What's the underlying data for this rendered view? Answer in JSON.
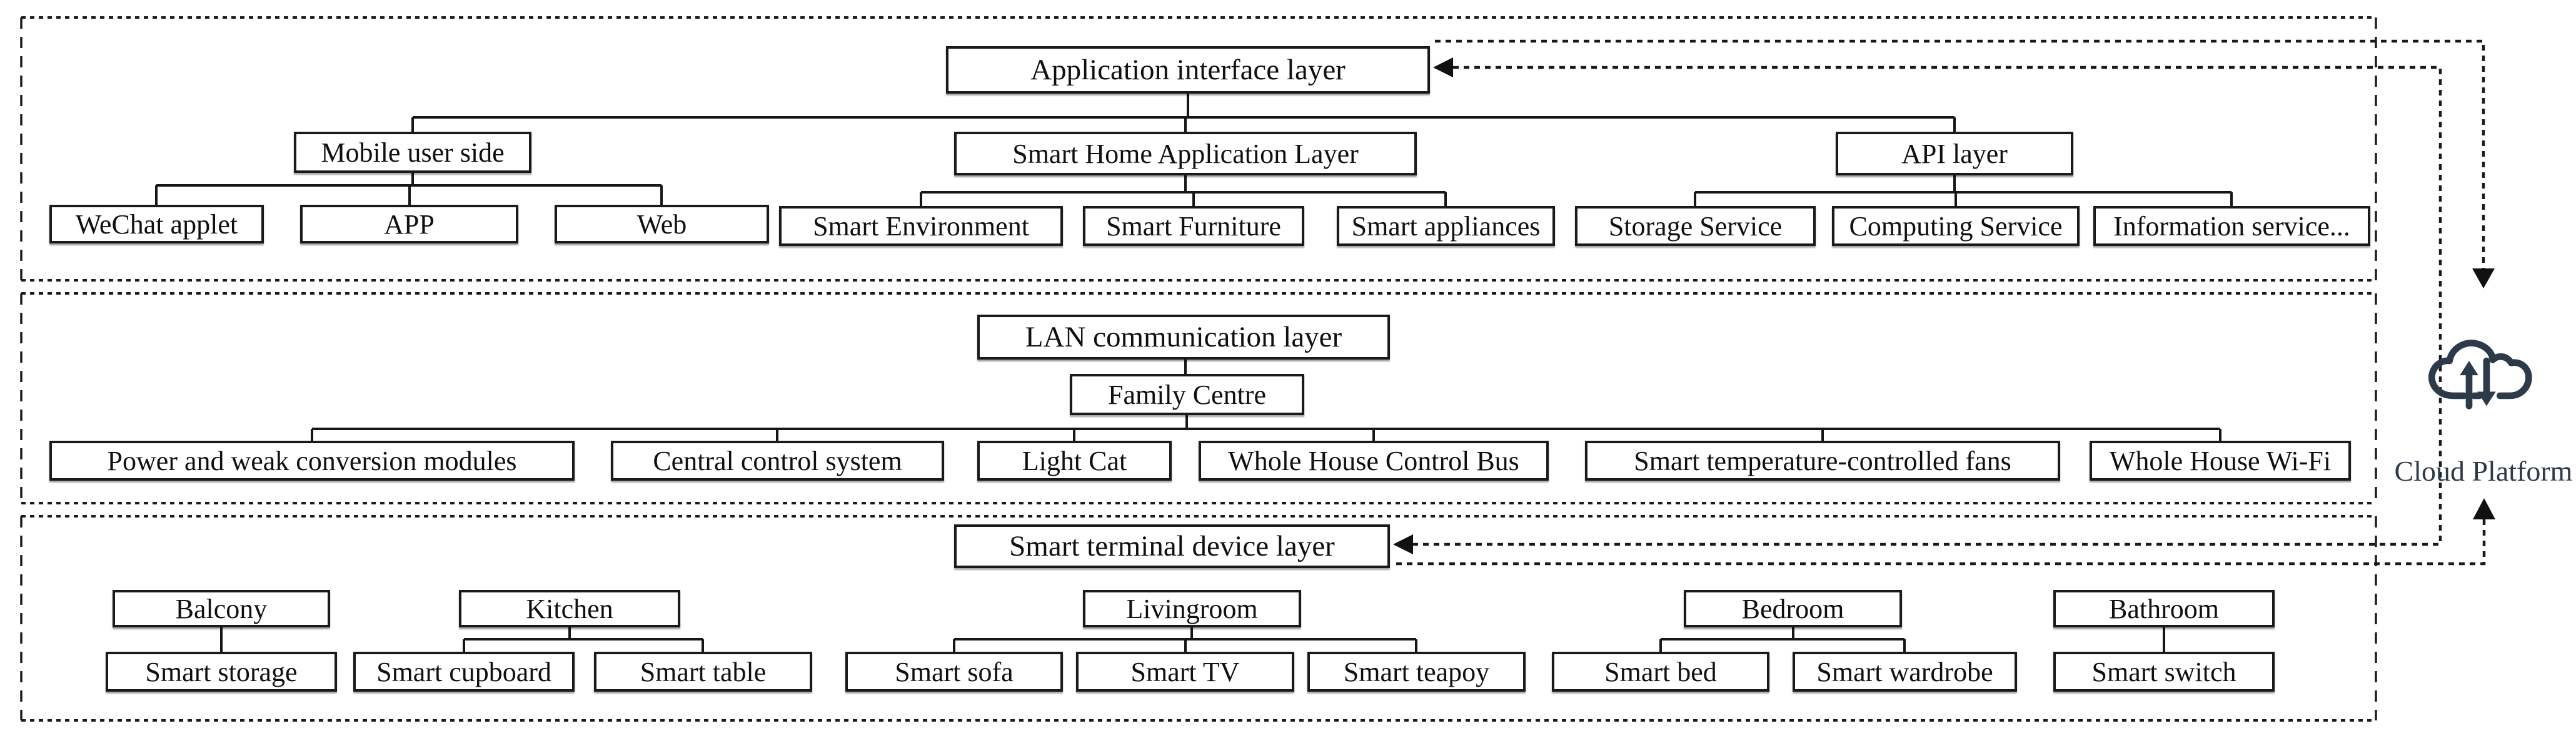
{
  "diagram": {
    "layers": [
      {
        "title": "Application interface layer",
        "groups": [
          {
            "label": "Mobile user side",
            "children": [
              "WeChat applet",
              "APP",
              "Web"
            ]
          },
          {
            "label": "Smart Home Application Layer",
            "children": [
              "Smart Environment",
              "Smart Furniture",
              "Smart appliances"
            ]
          },
          {
            "label": "API layer",
            "children": [
              "Storage Service",
              "Computing Service",
              "Information service..."
            ]
          }
        ]
      },
      {
        "title": "LAN communication layer",
        "hub": "Family Centre",
        "children": [
          "Power and weak conversion modules",
          "Central control system",
          "Light Cat",
          "Whole House Control Bus",
          "Smart temperature-controlled fans",
          "Whole House Wi-Fi"
        ]
      },
      {
        "title": "Smart terminal device layer",
        "rooms": [
          {
            "label": "Balcony",
            "children": [
              "Smart storage"
            ]
          },
          {
            "label": "Kitchen",
            "children": [
              "Smart cupboard",
              "Smart table"
            ]
          },
          {
            "label": "Livingroom",
            "children": [
              "Smart sofa",
              "Smart TV",
              "Smart teapoy"
            ]
          },
          {
            "label": "Bedroom",
            "children": [
              "Smart bed",
              "Smart wardrobe"
            ]
          },
          {
            "label": "Bathroom",
            "children": [
              "Smart switch"
            ]
          }
        ]
      }
    ],
    "cloud": {
      "label": "Cloud Platform"
    },
    "colors": {
      "line": "#1a1a1a",
      "cloud": "#2d3a4a"
    }
  }
}
